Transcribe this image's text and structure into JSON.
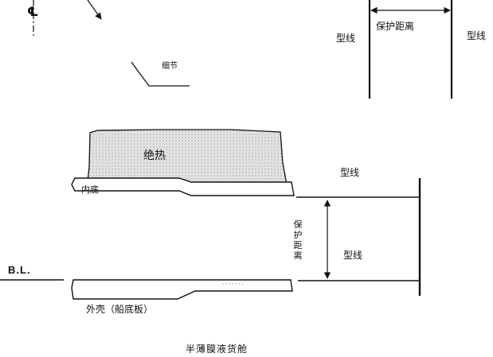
{
  "labels": {
    "centerline": "℄",
    "detail": "细节",
    "molded_line": "型线",
    "protective_distance": "保护距离",
    "insulation": "绝热",
    "inner_bottom": "内底",
    "baseline": "B.L.",
    "outer_shell": "外壳（船底板）",
    "caption": "半薄膜液货舱"
  },
  "colors": {
    "line": "#111111",
    "insulation_fill": "#d4d4d4"
  },
  "icons": {
    "arrow": "arrowhead",
    "centerline": "centerline-symbol"
  }
}
